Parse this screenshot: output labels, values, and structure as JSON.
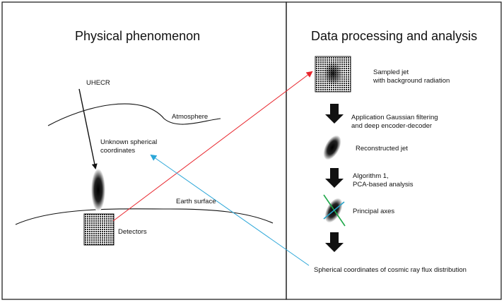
{
  "left_panel": {
    "title": "Physical phenomenon",
    "labels": {
      "uhecr": "UHECR",
      "atmosphere": "Atmosphere",
      "unknown_coords": "Unknown spherical\ncoordinates",
      "earth_surface": "Earth surface",
      "detectors": "Detectors"
    }
  },
  "right_panel": {
    "title": "Data processing and analysis",
    "steps": {
      "sampled_jet": "Sampled jet\nwith background radiation",
      "filtering": "Application Gaussian filtering\nand deep encoder-decoder",
      "reconstructed": "Reconstructed jet",
      "algorithm": "Algorithm 1,\nPCA-based analysis",
      "principal_axes": "Principal axes",
      "result": "Spherical coordinates of cosmic ray flux distribution"
    }
  },
  "colors": {
    "red_arrow": "#e8262d",
    "blue_arrow": "#2aa6d8",
    "principal_axis_green": "#1fa84a",
    "principal_axis_teal": "#27a3c9",
    "process_arrow": "#111111"
  }
}
